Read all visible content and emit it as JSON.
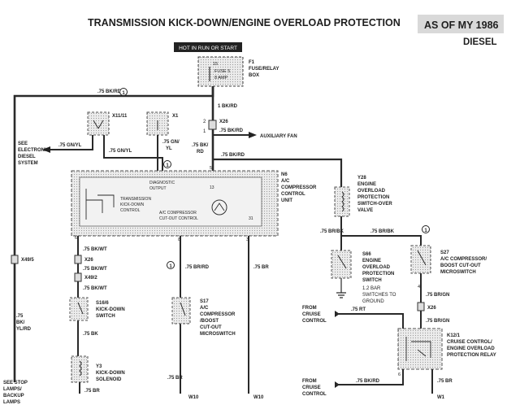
{
  "header": {
    "title": "TRANSMISSION KICK-DOWN/ENGINE OVERLOAD PROTECTION",
    "model_year": "AS OF MY 1986",
    "engine": "DIESEL"
  },
  "hot_label": "HOT IN RUN OR START",
  "components": {
    "f1": {
      "id": "F1",
      "name1": "FUSE/RELAY",
      "name2": "BOX",
      "fuse1": "FUSE 5",
      "fuse2": "8 AMP"
    },
    "x11": {
      "id": "X11/11"
    },
    "x1": {
      "id": "X1"
    },
    "x26_top": {
      "id": "X26"
    },
    "n6": {
      "id": "N6",
      "l1": "A/C",
      "l2": "COMPRESSOR",
      "l3": "CONTROL",
      "l4": "UNIT"
    },
    "n6_inner": {
      "l1": "DIAGNOSTIC",
      "l2": "OUTPUT",
      "l3": "TRANSMISSION",
      "l4": "KICK-DOWN",
      "l5": "CONTROL",
      "l6": "A/C COMPRESSOR",
      "l7": "CUT-OUT CONTROL"
    },
    "y28": {
      "id": "Y28",
      "l1": "ENGINE",
      "l2": "OVERLOAD",
      "l3": "PROTECTION",
      "l4": "SWITCH-OVER",
      "l5": "VALVE"
    },
    "s66": {
      "id": "S66",
      "l1": "ENGINE",
      "l2": "OVERLOAD",
      "l3": "PROTECTION",
      "l4": "SWITCH",
      "n1": "1.2 BAR",
      "n2": "SWITCHES TO",
      "n3": "GROUND"
    },
    "s27": {
      "id": "S27",
      "l1": "A/C COMPRESSOR/",
      "l2": "BOOST CUT-OUT",
      "l3": "MICROSWITCH"
    },
    "s16": {
      "id": "S16/6",
      "l1": "KICK-DOWN",
      "l2": "SWITCH"
    },
    "y3": {
      "id": "Y3",
      "l1": "KICK-DOWN",
      "l2": "SOLENOID"
    },
    "s17": {
      "id": "S17",
      "l1": "A/C",
      "l2": "COMPRESSOR",
      "l3": "/BOOST",
      "l4": "CUT-OUT",
      "l5": "MICROSWITCH"
    },
    "k12": {
      "id": "K12/1",
      "l1": "CRUISE CONTROL/",
      "l2": "ENGINE OVERLOAD",
      "l3": "PROTECTION RELAY"
    },
    "x49": {
      "id": "X49/5"
    },
    "x26_mid": {
      "id": "X26"
    },
    "x49_mid": {
      "id": "X49/2"
    },
    "x26_right": {
      "id": "X26"
    }
  },
  "wires": {
    "main": ".75 BK/RD",
    "f1_out": "1 BK/RD",
    "aux": ".75 BK/RD",
    "aux_dest": "AUXILIARY FAN",
    "gnyl_left": ".75 GN/YL",
    "gnyl_mid": ".75 GN/YL",
    "gnyl_right1": ".75 GN/",
    "gnyl_right2": "YL",
    "bkrd_n6a": ".75 BK/",
    "bkrd_n6b": "RD",
    "bkrd_right": ".75 BK/RD",
    "bkwt1": ".75 BK/WT",
    "bkwt2": ".75 BK/WT",
    "bkwt3": ".75 BK/WT",
    "bk": ".75 BK",
    "brrd_s17": ".75 BR/RD",
    "br_n6": ".75 BR",
    "brbk_y28": ".75 BR/BK",
    "brbk_right": ".75 BR/BK",
    "brgn1": ".75 BR/GN",
    "brgn2": ".75 BR/GN",
    "rt": ".75 RT",
    "bkrd_cc": ".75 BK/RD",
    "br_s17": ".75 BR",
    "br_y3": ".75 BR",
    "br_k12": ".75 BR",
    "left_wire1": ".75",
    "left_wire2": "BK/",
    "left_wire3": "YL/RD"
  },
  "destinations": {
    "edc1": "SEE",
    "edc2": "ELECTRONIC",
    "edc3": "DIESEL",
    "edc4": "SYSTEM",
    "stop1": "SEE STOP",
    "stop2": "LAMPS/",
    "stop3": "BACKUP",
    "stop4": "LAMPS",
    "cruise1a": "FROM",
    "cruise1b": "CRUISE",
    "cruise1c": "CONTROL",
    "cruise2a": "FROM",
    "cruise2b": "CRUISE",
    "cruise2c": "CONTROL",
    "w10a": "W10",
    "w10b": "W10",
    "w1": "W1"
  },
  "pins": {
    "p1": "1",
    "p2": "2",
    "p3": "3",
    "p5": "5",
    "p6": "6",
    "p8": "8",
    "p4": "4",
    "p13": "13",
    "p31": "31"
  },
  "refs": {
    "r1": "1",
    "r2": "1",
    "r3": "1",
    "r4": "1"
  }
}
